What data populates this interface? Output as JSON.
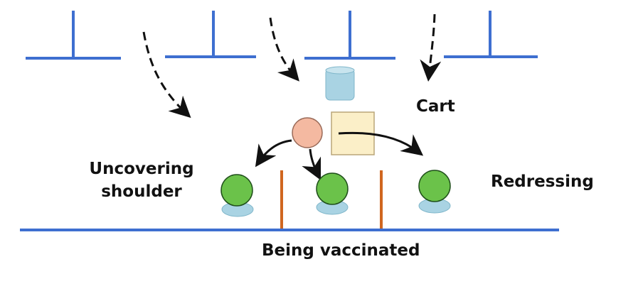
{
  "labels": {
    "cart": "Cart",
    "uncovering_line1": "Uncovering",
    "uncovering_line2": "shoulder",
    "redressing": "Redressing",
    "being_vaccinated": "Being vaccinated"
  },
  "colors": {
    "wall_blue": "#3e6fd0",
    "divider_orange": "#d0661f",
    "person_green": "#6bc24a",
    "person_outline": "#1f4f1a",
    "chair_blue": "#a9d3e3",
    "nurse_peach": "#f4b9a1",
    "cart_cream": "#fbefc8",
    "arrow_black": "#111111"
  },
  "icons": {
    "nurse": "circle-person-icon",
    "patient": "seated-person-icon",
    "cart": "square-cart-icon",
    "container": "cylinder-container-icon"
  }
}
